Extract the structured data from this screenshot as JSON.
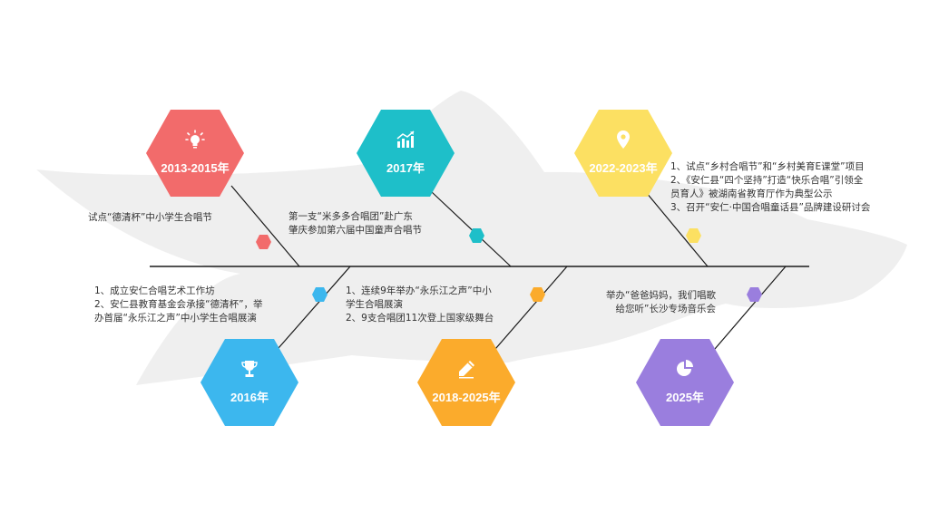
{
  "colors": {
    "fish": "#efefef",
    "spine": "#1a1a1a",
    "hex_2013": "#f26b6b",
    "hex_2017": "#1ebfc9",
    "hex_2022": "#fce062",
    "hex_2016": "#3cb7ee",
    "hex_2018": "#fbab2c",
    "hex_2025": "#9a7ede",
    "dot_2013": "#f26b6b",
    "dot_2017": "#1ebfc9",
    "dot_2022": "#fce062",
    "dot_2016": "#3cb7ee",
    "dot_2018": "#fbab2c",
    "dot_2025": "#9a7ede"
  },
  "milestones": [
    {
      "key": "2013",
      "year": "2013-2015年",
      "icon": "lightbulb-icon",
      "lines": [
        "试点“德清杯”中小学生合唱节"
      ]
    },
    {
      "key": "2017",
      "year": "2017年",
      "icon": "growth-chart-icon",
      "lines": [
        "第一支“米多多合唱团”赴广东",
        "肇庆参加第六届中国童声合唱节"
      ]
    },
    {
      "key": "2022",
      "year": "2022-2023年",
      "icon": "location-pin-icon",
      "lines": [
        "1、试点“乡村合唱节”和“乡村美育E课堂”项目",
        "2、《安仁县“四个坚持”打造“快乐合唱”引领全",
        "员育人》被湖南省教育厅作为典型公示",
        "3、召开“安仁·中国合唱童话县”品牌建设研讨会"
      ]
    },
    {
      "key": "2016",
      "year": "2016年",
      "icon": "trophy-icon",
      "lines": [
        "1、成立安仁合唱艺术工作坊",
        "2、安仁县教育基金会承接“德清杯”，举",
        "办首届“永乐江之声”中小学生合唱展演"
      ]
    },
    {
      "key": "2018",
      "year": "2018-2025年",
      "icon": "pencil-icon",
      "lines": [
        "1、连续9年举办“永乐江之声”中小",
        "学生合唱展演",
        "2、9支合唱团11次登上国家级舞台"
      ]
    },
    {
      "key": "2025",
      "year": "2025年",
      "icon": "pie-chart-icon",
      "lines": [
        "举办“爸爸妈妈，我们唱歌",
        "给您听”长沙专场音乐会"
      ]
    }
  ]
}
